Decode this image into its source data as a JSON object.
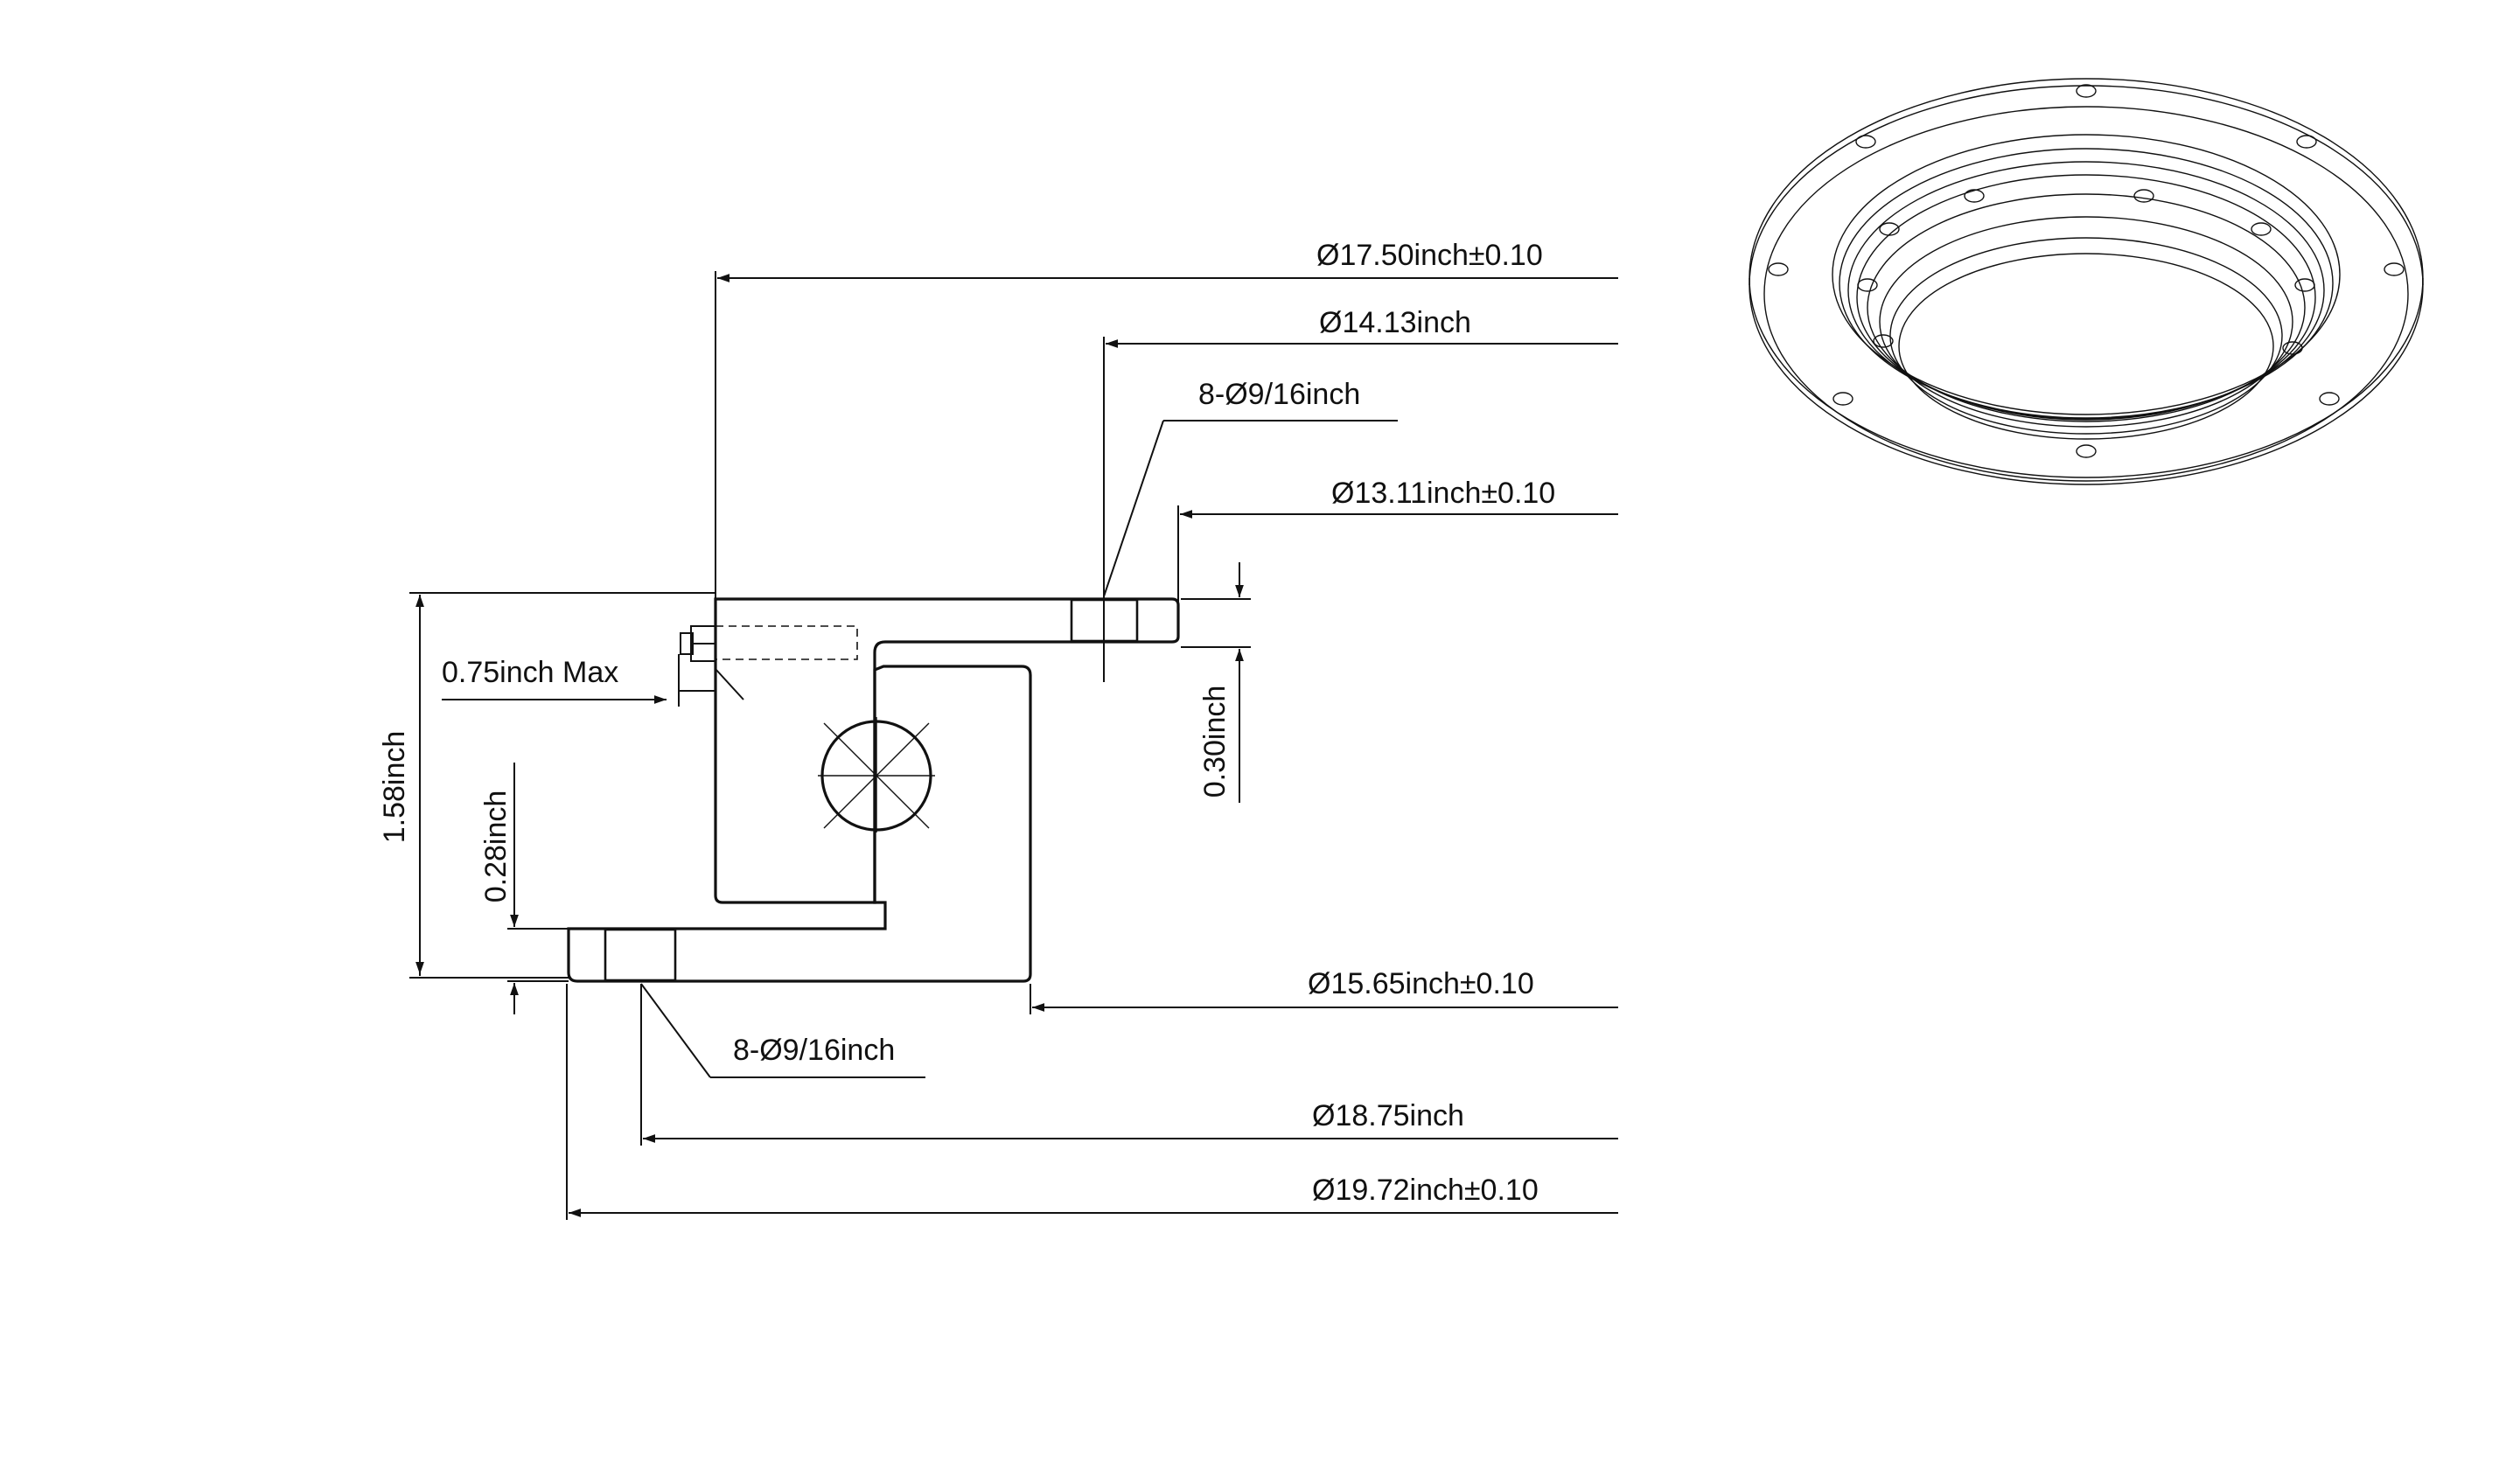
{
  "dimensions": {
    "d_17_50": "Ø17.50inch±0.10",
    "d_14_13": "Ø14.13inch",
    "holes_top": "8-Ø9/16inch",
    "d_13_11": "Ø13.11inch±0.10",
    "max_075": "0.75inch Max",
    "h_158": "1.58inch",
    "h_028": "0.28inch",
    "h_030": "0.30inch",
    "d_15_65": "Ø15.65inch±0.10",
    "holes_bottom": "8-Ø9/16inch",
    "d_18_75": "Ø18.75inch",
    "d_19_72": "Ø19.72inch±0.10"
  }
}
